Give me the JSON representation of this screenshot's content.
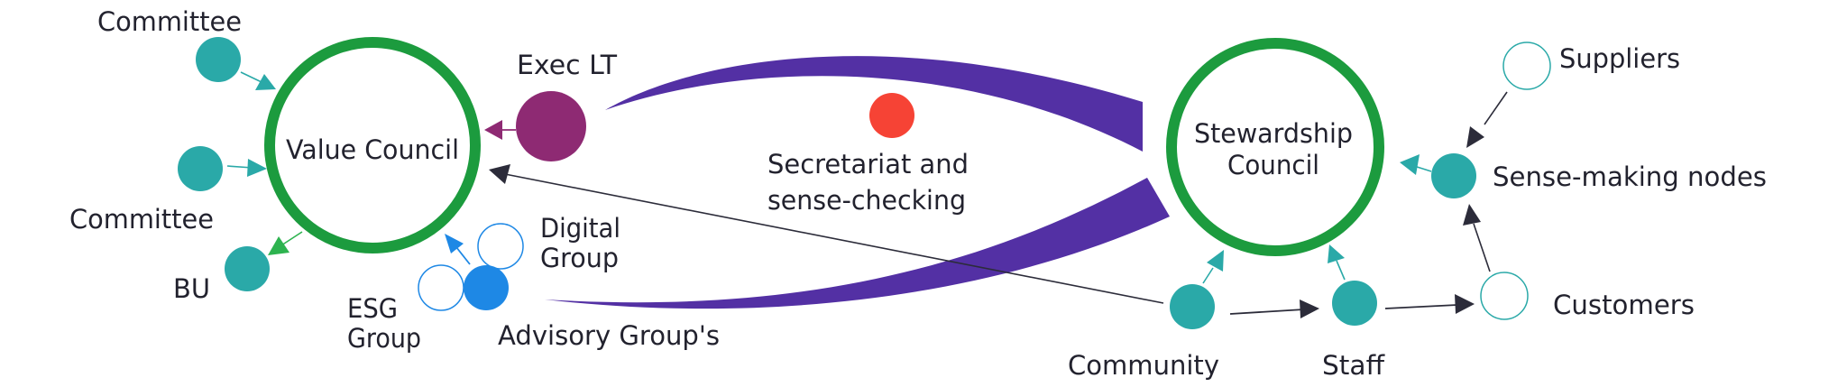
{
  "diagram": {
    "colors": {
      "council_ring": "#1c9b3e",
      "teal_node": "#2aa9a8",
      "exec_node": "#8e2a73",
      "secretariat_node": "#f64335",
      "advisory_node": "#1e88e5",
      "flow_band": "#5330a4",
      "arrow_dark": "#2c2c3a",
      "bu_arrow": "#2db34f",
      "text": "#22222e"
    },
    "councils": {
      "value": {
        "label": "Value Council"
      },
      "stewardship": {
        "label_line1": "Stewardship",
        "label_line2": "Council"
      }
    },
    "nodes": {
      "committee_top": {
        "label": "Committee"
      },
      "committee_mid": {
        "label": "Committee"
      },
      "bu": {
        "label": "BU"
      },
      "exec_lt": {
        "label": "Exec LT"
      },
      "secretariat": {
        "label_line1": "Secretariat and",
        "label_line2": "sense-checking"
      },
      "digital_group": {
        "label_line1": "Digital",
        "label_line2": "Group"
      },
      "esg_group": {
        "label_line1": "ESG",
        "label_line2": "Group"
      },
      "advisory_groups": {
        "label": "Advisory Group's"
      },
      "suppliers": {
        "label": "Suppliers"
      },
      "sense_making": {
        "label": "Sense-making nodes"
      },
      "customers": {
        "label": "Customers"
      },
      "community": {
        "label": "Community"
      },
      "staff": {
        "label": "Staff"
      }
    },
    "edges": [
      {
        "from": "Committee",
        "to": "Value Council"
      },
      {
        "from": "Committee",
        "to": "Value Council"
      },
      {
        "from": "Value Council",
        "to": "BU"
      },
      {
        "from": "Exec LT",
        "to": "Value Council"
      },
      {
        "from": "Advisory Group's",
        "to": "Value Council"
      },
      {
        "from": "Community",
        "to": "Value Council"
      },
      {
        "from": "Exec LT",
        "to": "Stewardship Council"
      },
      {
        "from": "Stewardship Council",
        "to": "Advisory Group's"
      },
      {
        "from": "Suppliers",
        "to": "Sense-making nodes"
      },
      {
        "from": "Sense-making nodes",
        "to": "Stewardship Council"
      },
      {
        "from": "Customers",
        "to": "Sense-making nodes"
      },
      {
        "from": "Community",
        "to": "Stewardship Council"
      },
      {
        "from": "Staff",
        "to": "Stewardship Council"
      },
      {
        "from": "Community",
        "to": "Staff"
      },
      {
        "from": "Staff",
        "to": "Customers"
      }
    ]
  }
}
